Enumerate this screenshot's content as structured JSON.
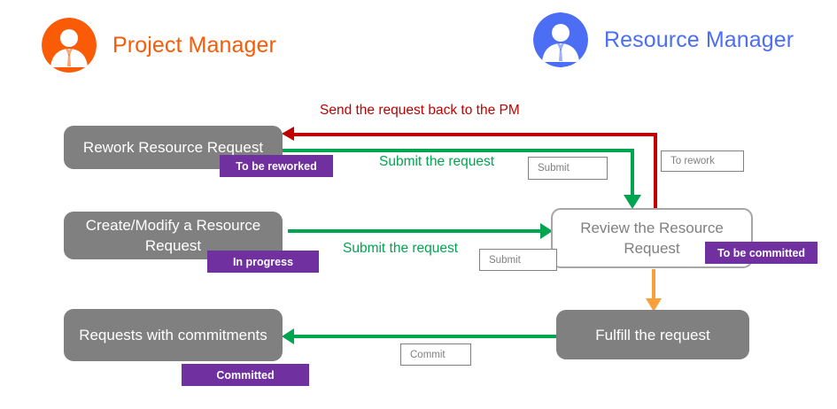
{
  "lanes": [
    {
      "id": "project-manager",
      "title": "Project Manager",
      "color": "#f95b06",
      "avatar_icon": "user-avatar-icon"
    },
    {
      "id": "resource-manager",
      "title": "Resource Manager",
      "color": "#4b6ef5",
      "avatar_icon": "user-avatar-icon"
    }
  ],
  "tasks": [
    {
      "id": "rework-resource-request",
      "label": "Rework Resource Request",
      "style": "filled"
    },
    {
      "id": "create-modify-resource-request",
      "label": "Create/Modify a Resource Request",
      "style": "filled"
    },
    {
      "id": "requests-with-commitments",
      "label": "Requests with commitments",
      "style": "filled"
    },
    {
      "id": "review-resource-request",
      "label": "Review the Resource Request",
      "style": "outlined"
    },
    {
      "id": "fulfill-the-request",
      "label": "Fulfill the request",
      "style": "filled"
    }
  ],
  "badges": [
    {
      "id": "to-be-reworked",
      "label": "To be reworked"
    },
    {
      "id": "in-progress",
      "label": "In progress"
    },
    {
      "id": "committed",
      "label": "Committed"
    },
    {
      "id": "to-be-committed",
      "label": "To be committed"
    }
  ],
  "actions": [
    {
      "id": "submit-top",
      "label": "Submit"
    },
    {
      "id": "to-rework",
      "label": "To rework"
    },
    {
      "id": "submit-middle",
      "label": "Submit"
    },
    {
      "id": "commit",
      "label": "Commit"
    }
  ],
  "flows": [
    {
      "id": "send-request-back",
      "label": "Send the request back to the PM",
      "color": "#c00000"
    },
    {
      "id": "submit-request-top",
      "label": "Submit the request",
      "color": "#00a550"
    },
    {
      "id": "submit-request-middle",
      "label": "Submit the request",
      "color": "#00a550"
    }
  ],
  "colors": {
    "pm_accent": "#f95b06",
    "rm_accent": "#4b6ef5",
    "task_fill": "#808080",
    "task_outline": "#a6a6a6",
    "badge_purple": "#7030a0",
    "flow_green": "#00a550",
    "flow_red": "#c00000",
    "flow_orange": "#f9a03c",
    "background": "#ffffff"
  }
}
